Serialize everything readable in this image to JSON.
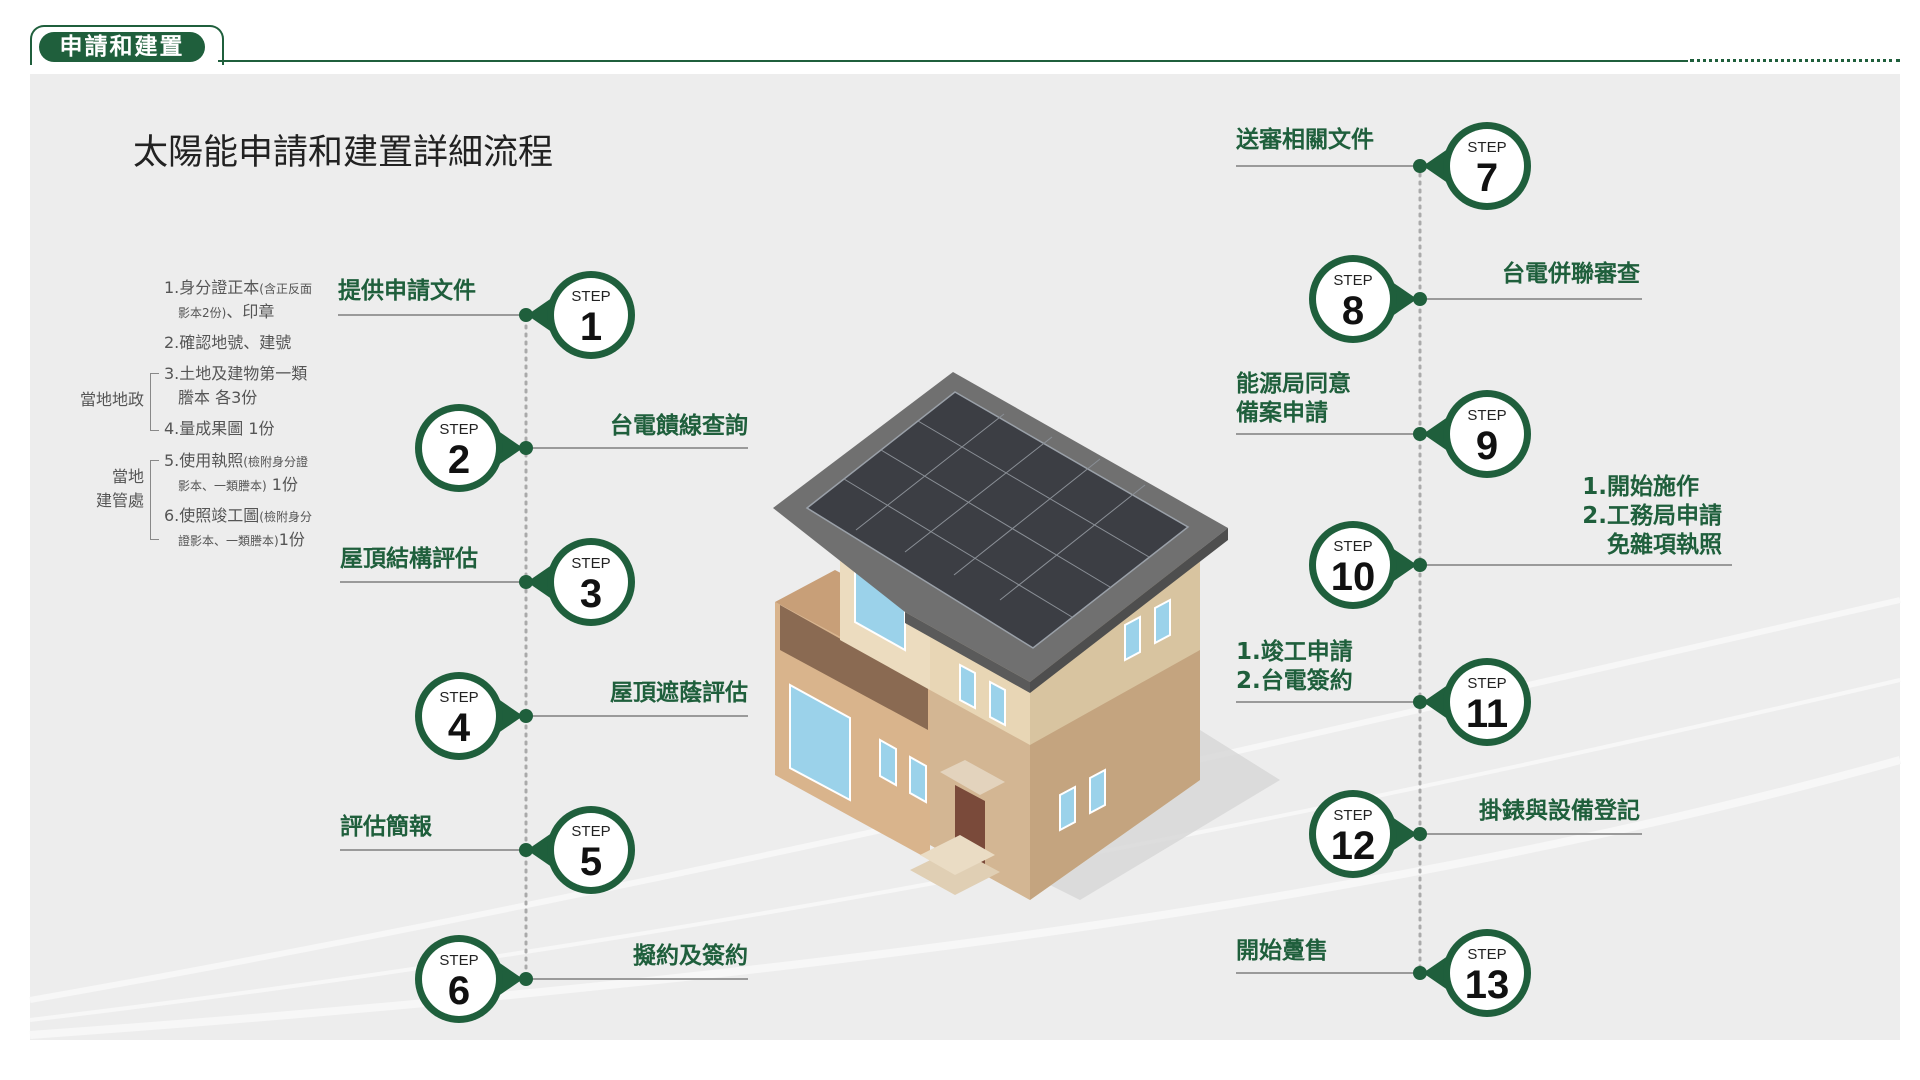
{
  "header": {
    "tab_label": "申請和建置"
  },
  "title": "太陽能申請和建置詳細流程",
  "step_word": "STEP",
  "steps": [
    {
      "number": "1",
      "label": "提供申請文件"
    },
    {
      "number": "2",
      "label": "台電饋線查詢"
    },
    {
      "number": "3",
      "label": "屋頂結構評估"
    },
    {
      "number": "4",
      "label": "屋頂遮蔭評估"
    },
    {
      "number": "5",
      "label": "評估簡報"
    },
    {
      "number": "6",
      "label": "擬約及簽約"
    },
    {
      "number": "7",
      "label": "送審相關文件"
    },
    {
      "number": "8",
      "label": "台電併聯審查"
    },
    {
      "number": "9",
      "label_lines": [
        "能源局同意",
        "備案申請"
      ]
    },
    {
      "number": "10",
      "label_lines": [
        "1.開始施作",
        "2.工務局申請",
        "免雜項執照"
      ]
    },
    {
      "number": "11",
      "label_lines": [
        "1.竣工申請",
        "2.台電簽約"
      ]
    },
    {
      "number": "12",
      "label": "掛錶與設備登記"
    },
    {
      "number": "13",
      "label": "開始躉售"
    }
  ],
  "documents": [
    {
      "main": "1.身分證正本",
      "note": "(含正反面"
    },
    {
      "main": "",
      "note": "影本2份)",
      "tail": "、印章"
    },
    {
      "main": "2.確認地號、建號"
    },
    {
      "main": "3.土地及建物第一類"
    },
    {
      "main": "謄本 各3份"
    },
    {
      "main": "4.量成果圖 1份"
    },
    {
      "main": "5.使用執照",
      "note": "(檢附身分證"
    },
    {
      "main": "",
      "note": "影本、一類謄本)",
      "tail": " 1份"
    },
    {
      "main": "6.使照竣工圖",
      "note": "(檢附身分"
    },
    {
      "main": "",
      "note": "證影本、一類謄本)",
      "tail": "1份"
    }
  ],
  "groups": {
    "land_office": "當地地政",
    "building_office_lines": [
      "當地",
      "建管處"
    ]
  },
  "colors": {
    "brand_green": "#1f5f3c",
    "panel_gray": "#ededed"
  }
}
